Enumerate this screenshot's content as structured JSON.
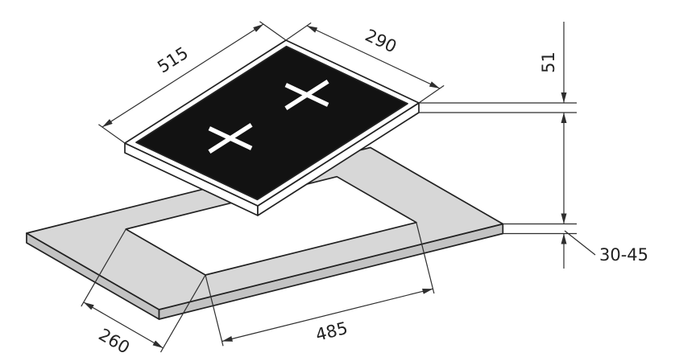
{
  "diagram": {
    "labels": {
      "hob_width": "515",
      "hob_depth": "290",
      "hob_height": "51",
      "worktop_thickness": "30-45",
      "cutout_length": "485",
      "cutout_depth": "260"
    },
    "colors": {
      "background": "#ffffff",
      "line": "#222222",
      "dim_line": "#2e2e2e",
      "glass": "#121212",
      "frame_fill": "#ffffff",
      "worktop_fill": "#d7d7d7",
      "worktop_edge_fill": "#c3c3c3",
      "cross": "#ffffff"
    }
  }
}
